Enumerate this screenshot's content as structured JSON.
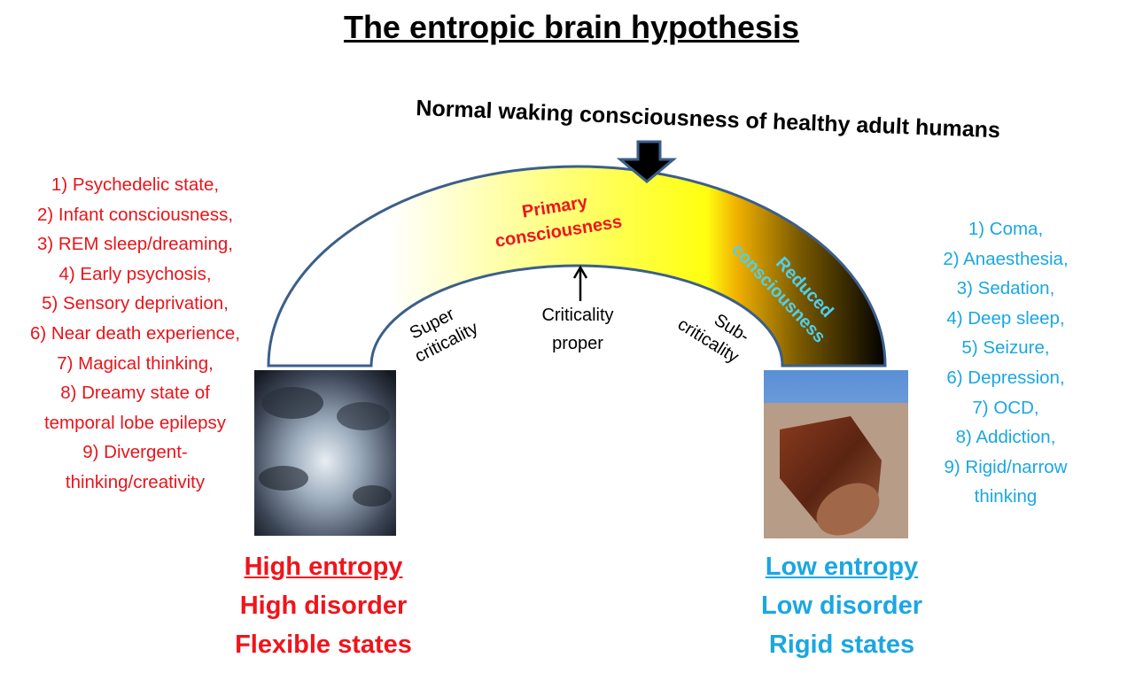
{
  "title": "The entropic brain hypothesis",
  "top_label": "Normal waking consciousness of healthy adult humans",
  "arch": {
    "primary": [
      "Primary",
      "consciousness"
    ],
    "reduced": [
      "Reduced",
      "consciousness"
    ],
    "super": [
      "Super",
      "criticality"
    ],
    "proper": [
      "Criticality",
      "proper"
    ],
    "sub": [
      "Sub-",
      "criticality"
    ]
  },
  "left_list": [
    "1) Psychedelic state,",
    "2) Infant consciousness,",
    "3) REM sleep/dreaming,",
    "4) Early psychosis,",
    "5) Sensory deprivation,",
    "6) Near death experience,",
    "7) Magical thinking,",
    "8) Dreamy state of",
    "temporal lobe epilepsy",
    "9) Divergent-",
    "thinking/creativity"
  ],
  "right_list": [
    "1) Coma,",
    "2) Anaesthesia,",
    "3) Sedation,",
    "4) Deep sleep,",
    "5) Seizure,",
    "6) Depression,",
    "7) OCD,",
    "8) Addiction,",
    "9) Rigid/narrow",
    "thinking"
  ],
  "left_summary": [
    "High entropy",
    "High disorder",
    "Flexible states"
  ],
  "right_summary": [
    "Low entropy",
    "Low disorder",
    "Rigid states"
  ],
  "colors": {
    "red": "#f0141b",
    "blue": "#1aa7e2",
    "arch_stroke": "#3b5f8a"
  }
}
